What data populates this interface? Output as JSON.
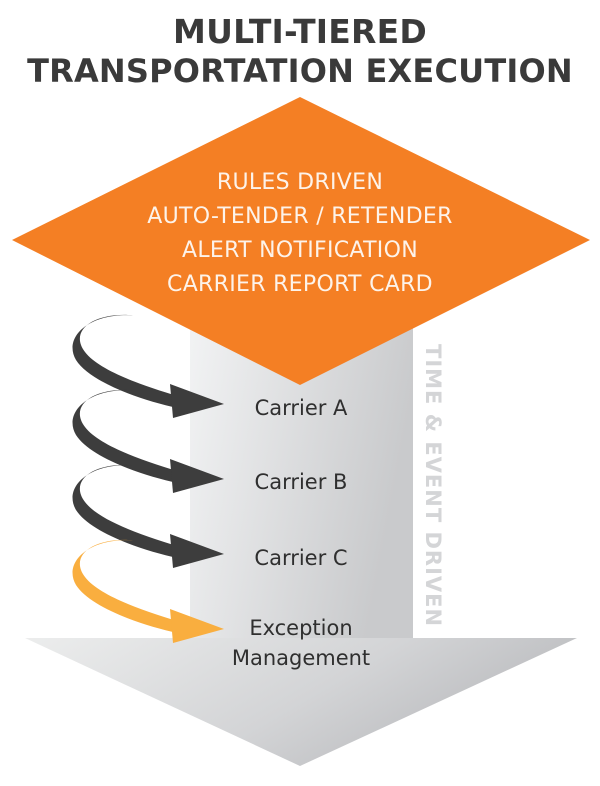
{
  "title": {
    "line1": "MULTI-TIERED",
    "line2": "TRANSPORTATION EXECUTION"
  },
  "diamond": {
    "lines": [
      "RULES DRIVEN",
      "AUTO-TENDER / RETENDER",
      "ALERT NOTIFICATION",
      "CARRIER REPORT CARD"
    ]
  },
  "side_label": "TIME & EVENT DRIVEN",
  "steps": [
    {
      "label": "Carrier A",
      "arrow_icon": "curved-arrow-icon",
      "arrow_color": "#3d3d3d"
    },
    {
      "label": "Carrier B",
      "arrow_icon": "curved-arrow-icon",
      "arrow_color": "#3d3d3d"
    },
    {
      "label": "Carrier C",
      "arrow_icon": "curved-arrow-icon",
      "arrow_color": "#3d3d3d"
    },
    {
      "label": "Exception",
      "label2": "Management",
      "arrow_icon": "curved-arrow-icon",
      "arrow_color": "#f9ae3f"
    }
  ],
  "colors": {
    "title": "#3a3a3a",
    "diamond": "#f47f24",
    "diamond_text": "#fdf3ea",
    "arrow_body_light": "#eeeff0",
    "arrow_body_dark": "#c3c4c6",
    "side_label": "#d4d5d7",
    "dark_arrow": "#3d3d3d",
    "exception_arrow": "#f9ae3f"
  }
}
